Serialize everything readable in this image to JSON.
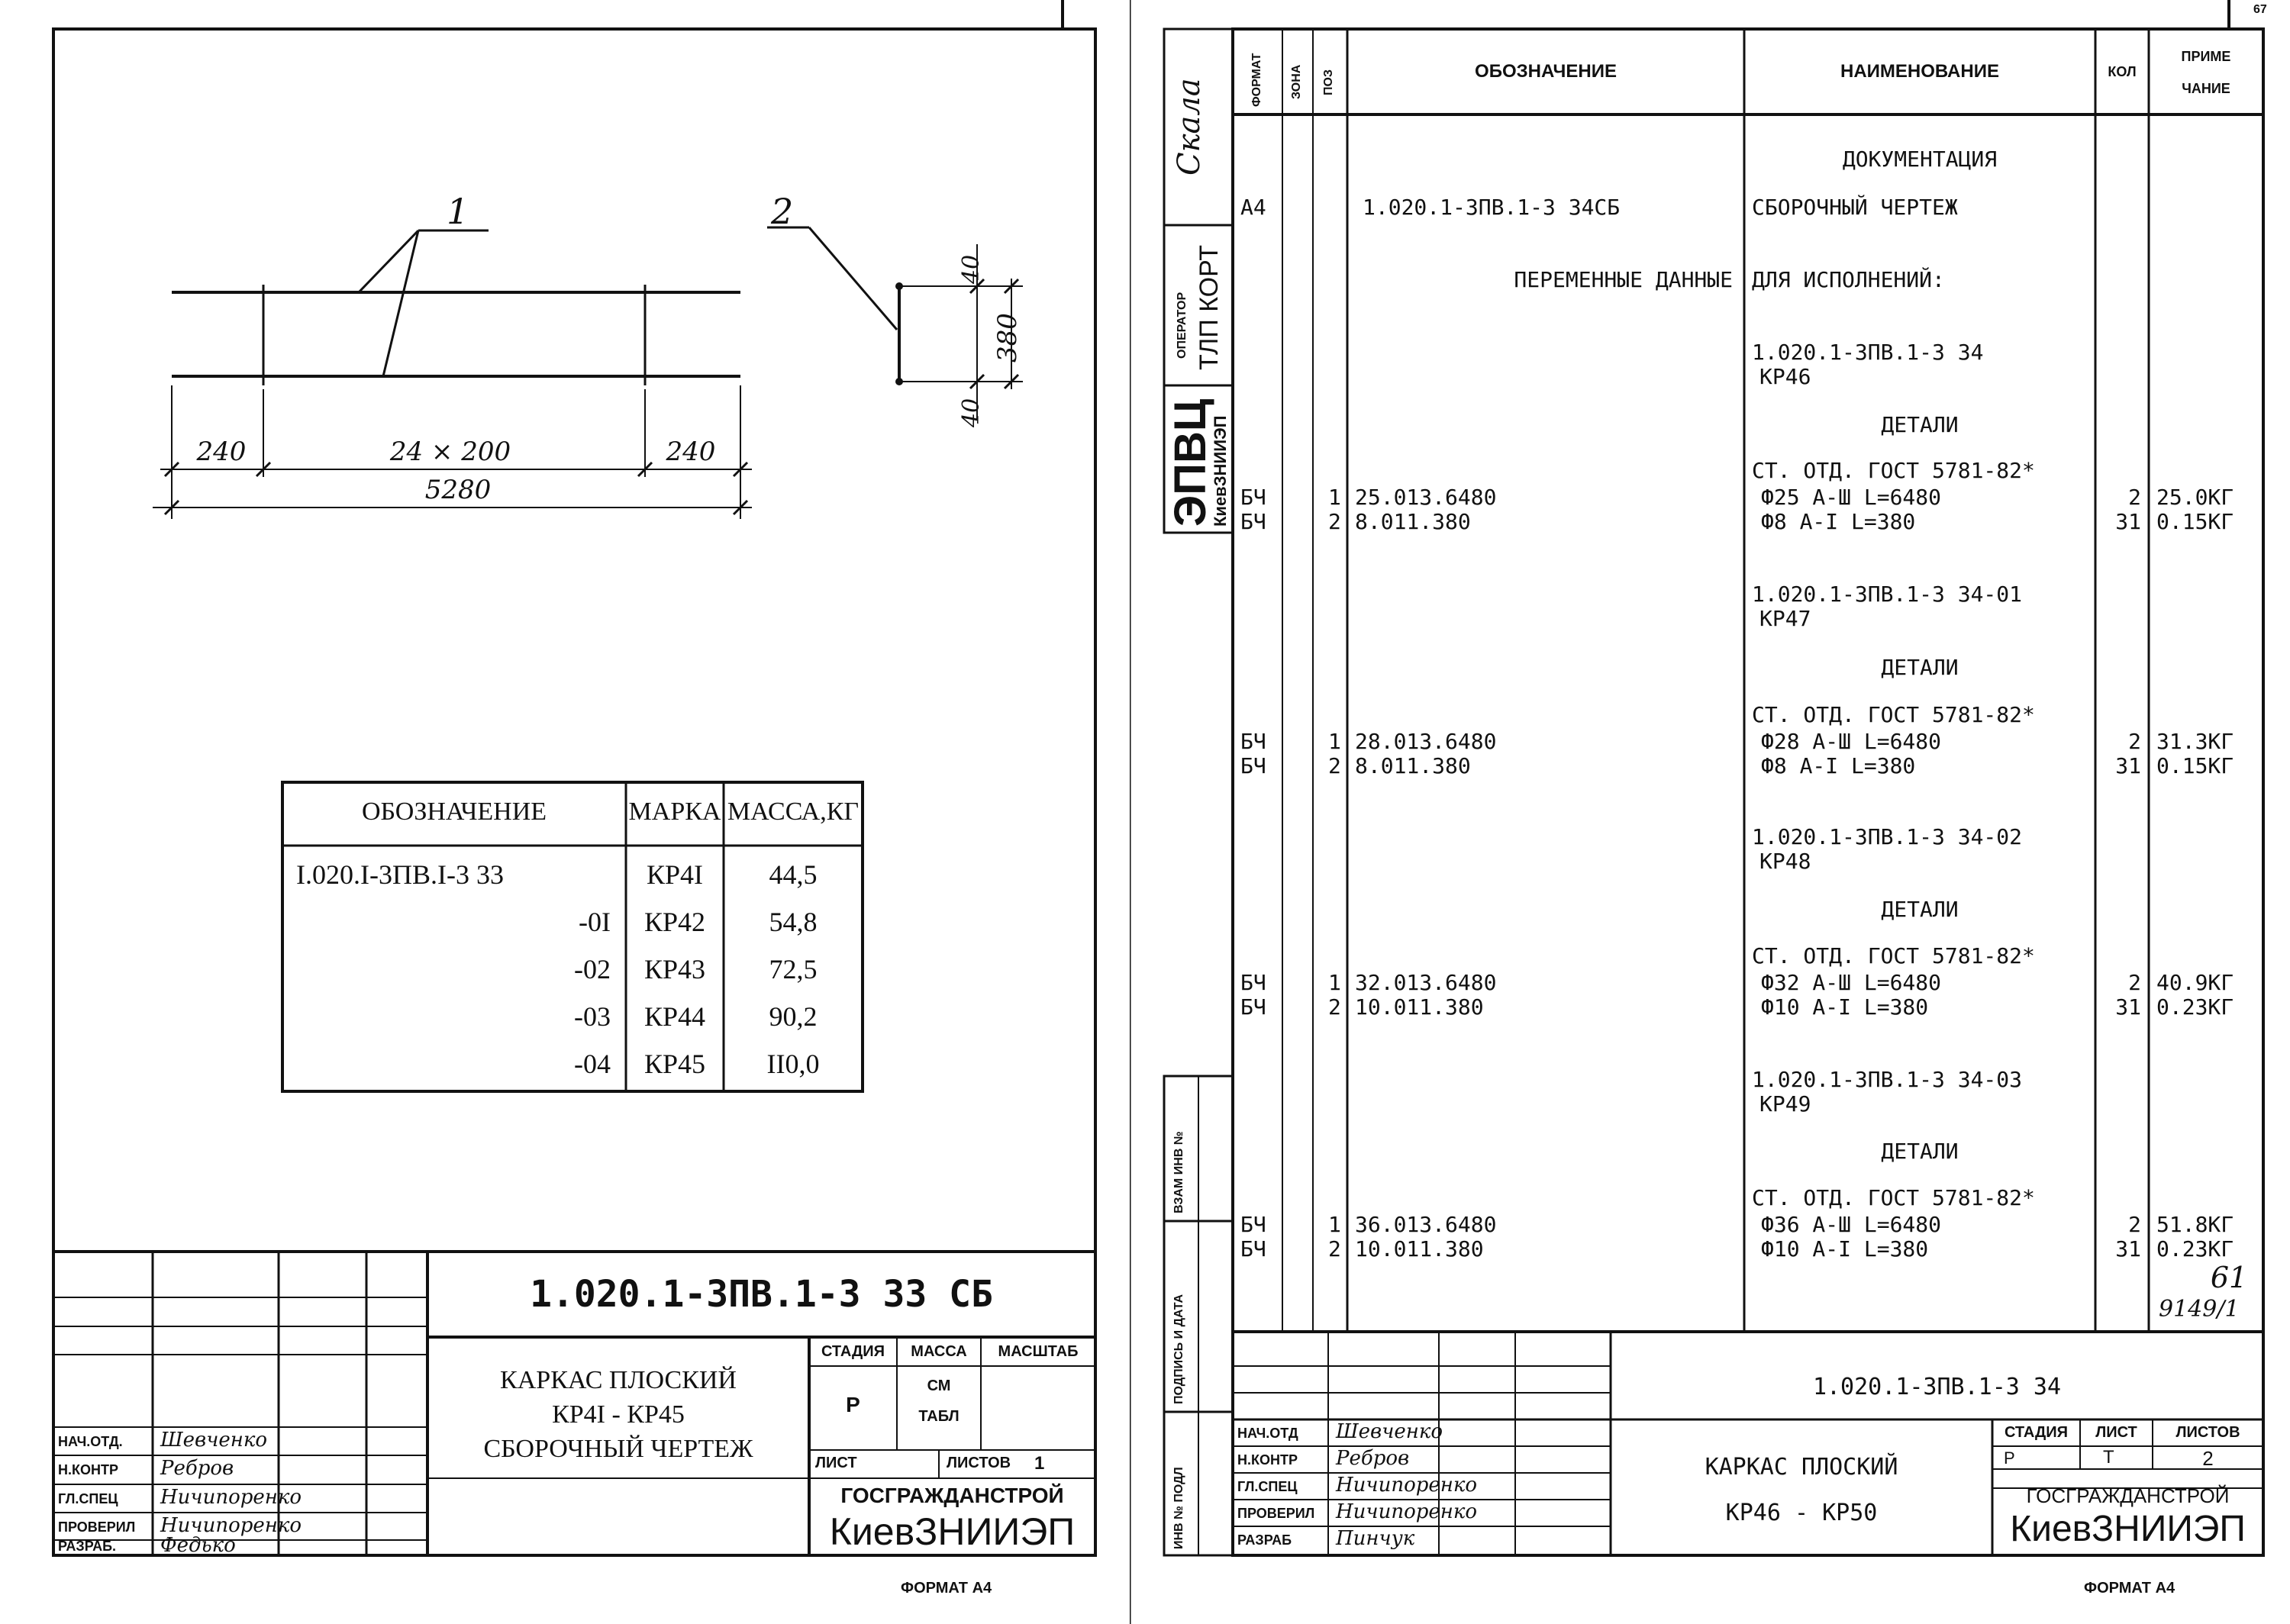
{
  "left_sheet": {
    "drawing": {
      "callout_1": "1",
      "callout_2": "2",
      "dim_left": "240",
      "dim_middle": "24 × 200",
      "dim_right": "240",
      "dim_total": "5280",
      "dim_top": "40",
      "dim_height": "380",
      "dim_bottom": "40"
    },
    "spec_table": {
      "headers": [
        "ОБОЗНАЧЕНИЕ",
        "МАРКА",
        "МАССА,КГ"
      ],
      "rows": [
        {
          "designation": "I.020.I-3ПВ.I-3 33",
          "mark": "КР4I",
          "mass": "44,5"
        },
        {
          "designation": "-0I",
          "mark": "КР42",
          "mass": "54,8"
        },
        {
          "designation": "-02",
          "mark": "КР43",
          "mass": "72,5"
        },
        {
          "designation": "-03",
          "mark": "КР44",
          "mass": "90,2"
        },
        {
          "designation": "-04",
          "mark": "КР45",
          "mass": "II0,0"
        }
      ]
    },
    "title_block": {
      "code": "1.020.1-3ПВ.1-3  33 СБ",
      "title_lines": [
        "КАРКАС ПЛОСКИЙ",
        "КР4I - КР45",
        "СБОРОЧНЫЙ ЧЕРТЕЖ"
      ],
      "stage_label": "СТАДИЯ",
      "mass_label": "МАССА",
      "scale_label": "МАСШТАБ",
      "stage_value": "Р",
      "mass_value_1": "СМ",
      "mass_value_2": "ТАБЛ",
      "sheet_label": "ЛИСТ",
      "sheets_label": "ЛИСТОВ",
      "sheets_value": "1",
      "org_1": "ГОСГРАЖДАНСТРОЙ",
      "org_2": "КиевЗНИИЭП",
      "signatures": [
        {
          "role": "НАЧ.ОТД.",
          "name": "Шевченко"
        },
        {
          "role": "Н.КОНТР",
          "name": "Ребров"
        },
        {
          "role": "ГЛ.СПЕЦ",
          "name": "Ничипоренко"
        },
        {
          "role": "ПРОВЕРИЛ",
          "name": "Ничипоренко"
        },
        {
          "role": "РАЗРАБ.",
          "name": "Федько"
        }
      ]
    },
    "format": "ФОРМАТ А4"
  },
  "right_sheet": {
    "corner_mark": "67",
    "side_stamp": {
      "scale_word": "Скала",
      "operator_label": "ОПЕРАТОР",
      "operator_value": "ТЛП КОРТ",
      "epvc": "ЭПВЦ",
      "epvc_sub": "КиевЗНИИЭП",
      "vzam_label": "ВЗАМ ИНВ №",
      "podpis_label": "ПОДПИСЬ И ДАТА",
      "inv_label": "ИНВ № ПОДЛ"
    },
    "headers": {
      "format": "ФОРМАТ",
      "zone": "ЗОНА",
      "pos": "ПОЗ",
      "designation": "ОБОЗНАЧЕНИЕ",
      "name": "НАИМЕНОВАНИЕ",
      "qty": "КОЛ",
      "note_1": "ПРИМЕ",
      "note_2": "ЧАНИЕ"
    },
    "rows": [
      {
        "name": "ДОКУМЕНТАЦИЯ",
        "center": true
      },
      {
        "format": "А4",
        "designation": "1.020.1-3ПВ.1-3 34СБ",
        "name": "СБОРОЧНЫЙ ЧЕРТЕЖ"
      },
      {
        "designation_right": "ПЕРЕМЕННЫЕ ДАННЫЕ",
        "name": "ДЛЯ ИСПОЛНЕНИЙ:"
      },
      {
        "name": "1.020.1-3ПВ.1-3 34",
        "name2": "КР46"
      },
      {
        "name": "ДЕТАЛИ",
        "center": true
      },
      {
        "name": "СТ. ОТД. ГОСТ 5781-82*"
      },
      {
        "format": "БЧ",
        "pos": "1",
        "designation": "25.013.6480",
        "name": "Ф25 А-Ш L=6480",
        "qty": "2",
        "note": "25.0КГ"
      },
      {
        "format": "БЧ",
        "pos": "2",
        "designation": "8.011.380",
        "name": "Ф8 А-I L=380",
        "qty": "31",
        "note": "0.15КГ"
      },
      {
        "name": "1.020.1-3ПВ.1-3 34-01",
        "name2": "КР47"
      },
      {
        "name": "ДЕТАЛИ",
        "center": true
      },
      {
        "name": "СТ. ОТД. ГОСТ 5781-82*"
      },
      {
        "format": "БЧ",
        "pos": "1",
        "designation": "28.013.6480",
        "name": "Ф28 А-Ш L=6480",
        "qty": "2",
        "note": "31.3КГ"
      },
      {
        "format": "БЧ",
        "pos": "2",
        "designation": "8.011.380",
        "name": "Ф8 А-I L=380",
        "qty": "31",
        "note": "0.15КГ"
      },
      {
        "name": "1.020.1-3ПВ.1-3 34-02",
        "name2": "КР48"
      },
      {
        "name": "ДЕТАЛИ",
        "center": true
      },
      {
        "name": "СТ. ОТД. ГОСТ 5781-82*"
      },
      {
        "format": "БЧ",
        "pos": "1",
        "designation": "32.013.6480",
        "name": "Ф32 А-Ш L=6480",
        "qty": "2",
        "note": "40.9КГ"
      },
      {
        "format": "БЧ",
        "pos": "2",
        "designation": "10.011.380",
        "name": "Ф10 А-I L=380",
        "qty": "31",
        "note": "0.23КГ"
      },
      {
        "name": "1.020.1-3ПВ.1-3 34-03",
        "name2": "КР49"
      },
      {
        "name": "ДЕТАЛИ",
        "center": true
      },
      {
        "name": "СТ. ОТД. ГОСТ 5781-82*"
      },
      {
        "format": "БЧ",
        "pos": "1",
        "designation": "36.013.6480",
        "name": "Ф36 А-Ш L=6480",
        "qty": "2",
        "note": "51.8КГ"
      },
      {
        "format": "БЧ",
        "pos": "2",
        "designation": "10.011.380",
        "name": "Ф10 А-I L=380",
        "qty": "31",
        "note": "0.23КГ"
      }
    ],
    "handwritten_note_1": "61",
    "handwritten_note_2": "9149/1",
    "title_block": {
      "code": "1.020.1-3ПВ.1-3 34",
      "title_1": "КАРКАС ПЛОСКИЙ",
      "title_2": "КР46 - КР50",
      "stage_label": "СТАДИЯ",
      "sheet_label": "ЛИСТ",
      "sheets_label": "ЛИСТОВ",
      "stage_value": "Р",
      "sheet_value": "Т",
      "sheets_value": "2",
      "org_1": "ГОСГРАЖДАНСТРОЙ",
      "org_2": "КиевЗНИИЭП",
      "signatures": [
        {
          "role": "НАЧ.ОТД",
          "name": "Шевченко"
        },
        {
          "role": "Н.КОНТР",
          "name": "Ребров"
        },
        {
          "role": "ГЛ.СПЕЦ",
          "name": "Ничипоренко"
        },
        {
          "role": "ПРОВЕРИЛ",
          "name": "Ничипоренко"
        },
        {
          "role": "РАЗРАБ",
          "name": "Пинчук"
        }
      ]
    },
    "format": "ФОРМАТ А4"
  }
}
